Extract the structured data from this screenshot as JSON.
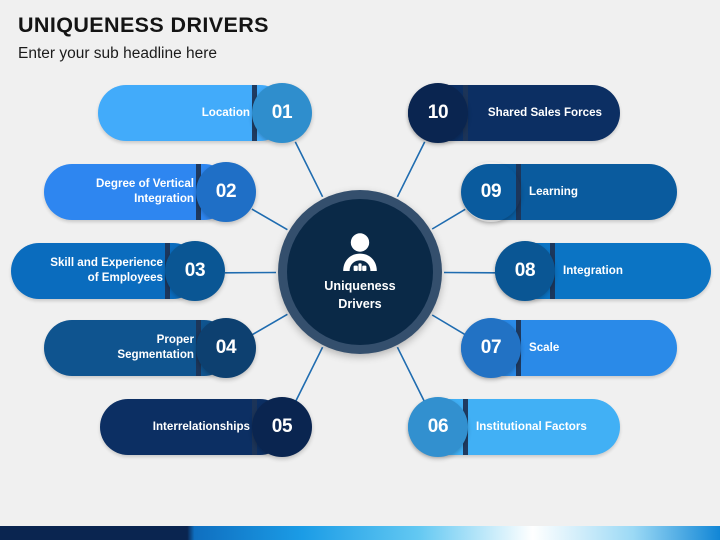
{
  "header": {
    "title": "UNIQUENESS DRIVERS",
    "subtitle": "Enter your sub headline here"
  },
  "hub": {
    "label": "Uniqueness\nDrivers",
    "icon": "person-icon",
    "ring_color": "#344f6d",
    "fill_color": "#0a2947"
  },
  "connector_color": "#1f6cb0",
  "background_color": "#f0f0f0",
  "left_items": [
    {
      "number": "01",
      "label": "Location",
      "pill_color": "#42abfa",
      "circle_color": "#2f8ecd"
    },
    {
      "number": "02",
      "label": "Degree of Vertical\nIntegration",
      "pill_color": "#2e86f0",
      "circle_color": "#1f6fc6"
    },
    {
      "number": "03",
      "label": "Skill and Experience\nof Employees",
      "pill_color": "#0a6cbe",
      "circle_color": "#0a5694"
    },
    {
      "number": "04",
      "label": "Proper\nSegmentation",
      "pill_color": "#0f548f",
      "circle_color": "#0d4070"
    },
    {
      "number": "05",
      "label": "Interrelationships",
      "pill_color": "#0c2f63",
      "circle_color": "#0a2550"
    }
  ],
  "right_items": [
    {
      "number": "10",
      "label": "Shared Sales Forces",
      "pill_color": "#0c2f63",
      "circle_color": "#0a2550"
    },
    {
      "number": "09",
      "label": "Learning",
      "pill_color": "#0a5b9e",
      "circle_color": "#084madv"
    },
    {
      "number": "08",
      "label": "Integration",
      "pill_color": "#0b74c4",
      "circle_color": "#0a5694"
    },
    {
      "number": "07",
      "label": "Scale",
      "pill_color": "#2a8ae8",
      "circle_color": "#2272c4"
    },
    {
      "number": "06",
      "label": "Institutional Factors",
      "pill_color": "#41b0f5",
      "circle_color": "#3290cf"
    }
  ],
  "bottom_bar": {
    "stops": [
      "#0a2550",
      "#0a2550",
      "#0f6fc0",
      "#1b9ce6",
      "#62c8f2",
      "#ffffff",
      "#9bd9f5",
      "#1186d6"
    ]
  }
}
